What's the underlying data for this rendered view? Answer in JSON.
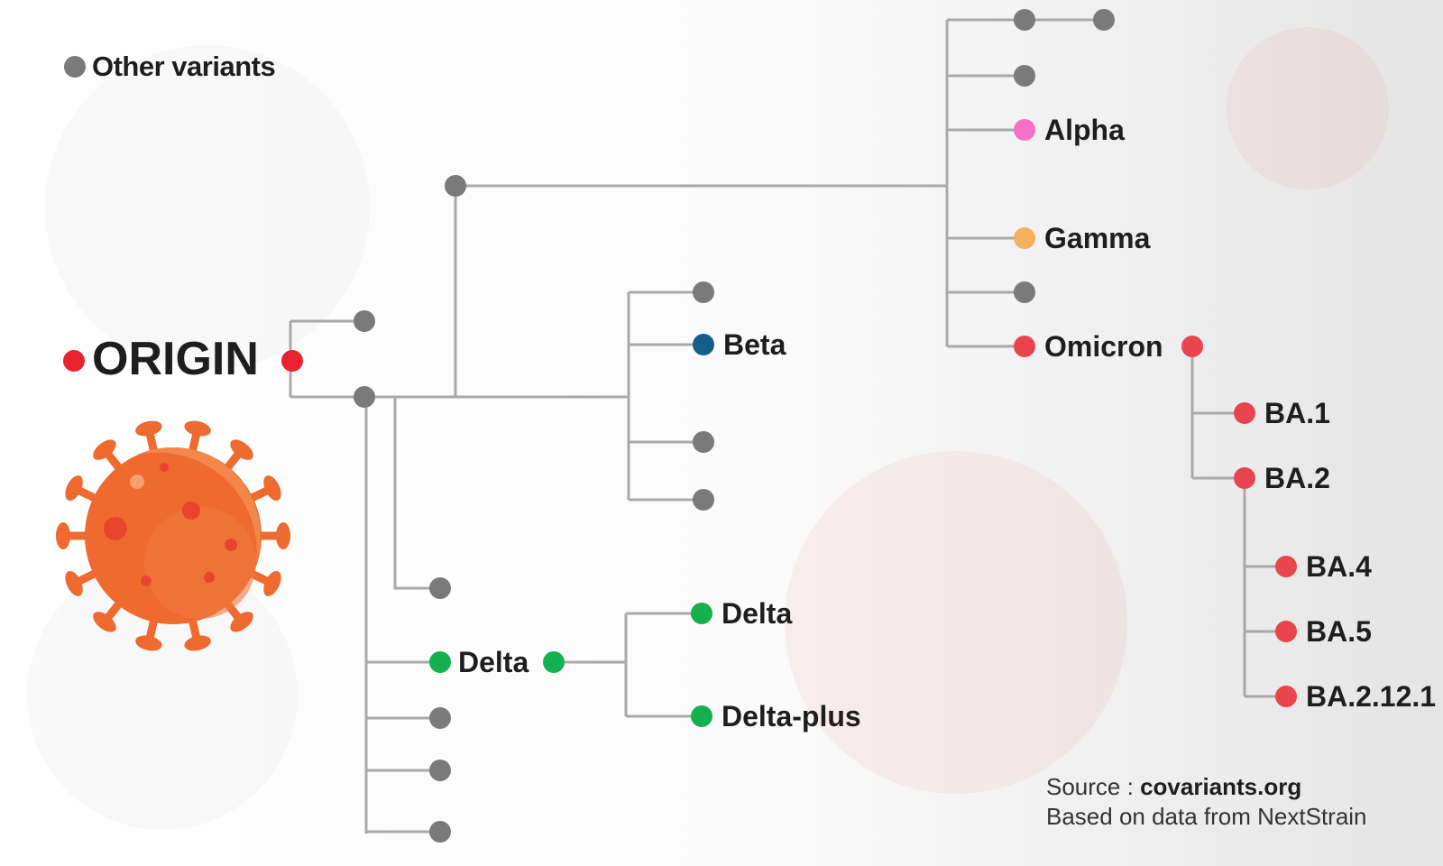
{
  "legend": {
    "label": "Other variants",
    "color": "#7a7a7a"
  },
  "root": {
    "label": "ORIGIN",
    "color": "#e8232f"
  },
  "variants": {
    "alpha": {
      "label": "Alpha",
      "color": "#f472c6"
    },
    "gamma": {
      "label": "Gamma",
      "color": "#f7b05e"
    },
    "beta": {
      "label": "Beta",
      "color": "#155e8c"
    },
    "omicron": {
      "label": "Omicron",
      "color": "#e8454f"
    },
    "ba1": {
      "label": "BA.1",
      "color": "#e8454f"
    },
    "ba2": {
      "label": "BA.2",
      "color": "#e8454f"
    },
    "ba4": {
      "label": "BA.4",
      "color": "#e8454f"
    },
    "ba5": {
      "label": "BA.5",
      "color": "#e8454f"
    },
    "ba2121": {
      "label": "BA.2.12.1",
      "color": "#e8454f"
    },
    "delta": {
      "label": "Delta",
      "color": "#14b050"
    },
    "delta_sub": {
      "label": "Delta",
      "color": "#14b050"
    },
    "delta_plus": {
      "label": "Delta-plus",
      "color": "#14b050"
    }
  },
  "source": {
    "prefix": "Source : ",
    "site": "covariants.org",
    "line2": "Based on data from NextStrain"
  },
  "colors": {
    "branch": "#a9a9a9",
    "other": "#7a7a7a",
    "virus": "#ee6a2e"
  }
}
